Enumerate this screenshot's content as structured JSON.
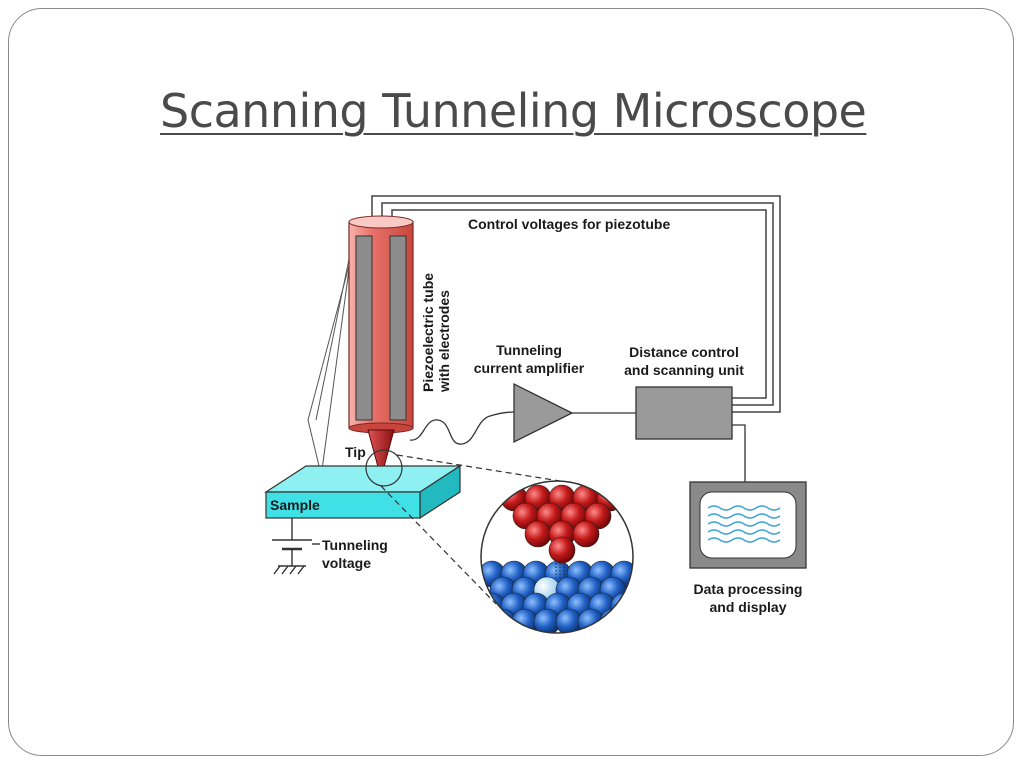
{
  "slide": {
    "title": "Scanning Tunneling Microscope"
  },
  "diagram": {
    "labels": {
      "control_voltages": "Control voltages for piezotube",
      "piezo_line1": "Piezoelectric tube",
      "piezo_line2": "with electrodes",
      "amplifier_line1": "Tunneling",
      "amplifier_line2": "current amplifier",
      "distance_line1": "Distance control",
      "distance_line2": "and scanning unit",
      "tip": "Tip",
      "sample": "Sample",
      "voltage_line1": "Tunneling",
      "voltage_line2": "voltage",
      "display_line1": "Data processing",
      "display_line2": "and display"
    },
    "colors": {
      "piezo_tube": "#e8736a",
      "tip": "#a81e1e",
      "sample": "#3fe0e6",
      "tip_atoms": "#c41a1a",
      "sample_atoms": "#1f5fc4",
      "highlight_atom": "#a9d8f5",
      "control_box": "#9a9a9a",
      "screen_waves": "#3aa0d8"
    }
  }
}
